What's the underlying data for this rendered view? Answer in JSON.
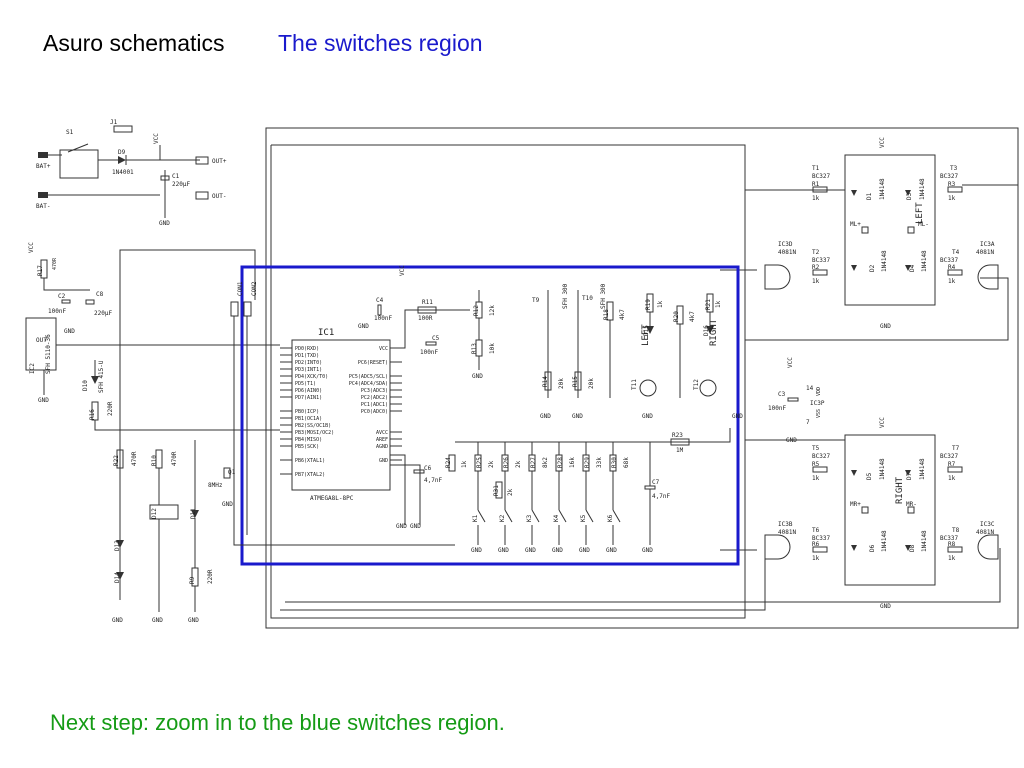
{
  "header": {
    "title": "Asuro schematics",
    "subtitle": "The switches region"
  },
  "footer": {
    "note": "Next step: zoom in to the blue switches region."
  },
  "colors": {
    "title": "#000000",
    "subtitle": "#1a1acc",
    "footer": "#159b15",
    "highlight": "#1a1acc",
    "wire": "#333333"
  },
  "schematic": {
    "power": {
      "s1": "S1",
      "d9": "D9",
      "d9_type": "1N4001",
      "j1": "J1",
      "bat_plus": "BAT+",
      "bat_minus": "BAT-",
      "out_plus": "OUT+",
      "out_minus": "OUT-",
      "c1": "C1",
      "c1_val": "220µF",
      "vcc": "VCC",
      "gnd": "GND"
    },
    "ir": {
      "r17": "R17",
      "r17_val": "470R",
      "c2": "C2",
      "c2_val": "100nF",
      "c8": "C8",
      "c8_val": "220µF",
      "ic2": "IC2",
      "ic2_type": "SFH 5110-36",
      "out": "OUT",
      "d10": "D10",
      "d10_type": "SFH 415-U",
      "r16": "R16",
      "r16_val": "220R"
    },
    "mcu": {
      "ic1": "IC1",
      "ic1_type": "ATMEGA8L-8PC",
      "left_pins": [
        "PD0(RXD)",
        "PD1(TXD)",
        "PD2(INT0)",
        "PD3(INT1)",
        "PD4(XCK/T0)",
        "PD5(T1)",
        "PD6(AIN0)",
        "PD7(AIN1)",
        "",
        "PB0(ICP)",
        "PB1(OC1A)",
        "PB2(SS/OC1B)",
        "PB3(MOSI/OC2)",
        "PB4(MISO)",
        "PB5(SCK)",
        "",
        "PB6(XTAL1)",
        "",
        "PB7(XTAL2)"
      ],
      "right_pins": [
        "VCC",
        "",
        "PC6(RESET)",
        "",
        "PC5(ADC5/SCL)",
        "PC4(ADC4/SDA)",
        "PC3(ADC3)",
        "PC2(ADC2)",
        "PC1(ADC1)",
        "PC0(ADC0)",
        "",
        "",
        "AVCC",
        "AREF",
        "AGND",
        "",
        "GND"
      ],
      "con1": "CON1",
      "con2": "CON2",
      "c4": "C4",
      "c4_val": "100nF",
      "r11": "R11",
      "r11_val": "100R",
      "c5": "C5",
      "c5_val": "100nF",
      "r12": "R12",
      "r12_val": "12k",
      "r13": "R13",
      "r13_val": "10k",
      "c6": "C6",
      "c6_val": "4,7nF",
      "q1": "Q1",
      "q1_val": "8MHz"
    },
    "odometry": {
      "t9": "T9",
      "t10": "T10",
      "t9_type": "SFH 300",
      "t10_type": "SFH 300",
      "r14": "R14",
      "r14_val": "20k",
      "r15": "R15",
      "r15_val": "20k",
      "r18": "R18",
      "r18_val": "4k7",
      "r19": "R19",
      "r19_val": "1k",
      "d15": "D15",
      "r20": "R20",
      "r20_val": "4k7",
      "r21": "R21",
      "r21_val": "1k",
      "d16": "D16",
      "t11": "T11",
      "t12": "T12",
      "left": "LEFT",
      "right": "RIGHT"
    },
    "switches": {
      "r23": "R23",
      "r23_val": "1M",
      "r24": "R24",
      "r24_val": "1k",
      "ladder": [
        {
          "r": "R25",
          "v": "2k"
        },
        {
          "r": "R26",
          "v": "2k"
        },
        {
          "r": "R27",
          "v": "8k2"
        },
        {
          "r": "R28",
          "v": "16k"
        },
        {
          "r": "R29",
          "v": "33k"
        },
        {
          "r": "R30",
          "v": "68k"
        }
      ],
      "keys": [
        "K1",
        "K2",
        "K3",
        "K4",
        "K5",
        "K6"
      ],
      "r31": "R31",
      "r31_val": "2k",
      "c7": "C7",
      "c7_val": "4,7nF"
    },
    "leds": {
      "r22": "R22",
      "r22_val": "470R",
      "r10": "R10",
      "r10_val": "470R",
      "d12": "D12",
      "d11": "D11",
      "d13": "D13",
      "d14": "D14",
      "r9": "R9",
      "r9_val": "220R"
    },
    "motors": {
      "left_label": "LEFT",
      "right_label": "RIGHT",
      "t1": "T1",
      "t2": "T2",
      "t3": "T3",
      "t4": "T4",
      "t5": "T5",
      "t6": "T6",
      "t7": "T7",
      "t8": "T8",
      "bc327": "BC327",
      "bc337": "BC337",
      "r1k": "1k",
      "r1": "R1",
      "r2": "R2",
      "r3": "R3",
      "r4": "R4",
      "r5": "R5",
      "r6": "R6",
      "r7": "R7",
      "r8": "R8",
      "ic3a": "IC3A",
      "ic3b": "IC3B",
      "ic3c": "IC3C",
      "ic3d": "IC3D",
      "ic3p": "IC3P",
      "ic3_type": "4081N",
      "d1": "D1",
      "d2": "D2",
      "d3": "D3",
      "d4": "D4",
      "d5": "D5",
      "d6": "D6",
      "d7": "D7",
      "d8": "D8",
      "diode": "1N4148",
      "ml_plus": "ML+",
      "ml_minus": "ML-",
      "mr_plus": "MR+",
      "mr_minus": "MR-",
      "c3": "C3",
      "c3_val": "100nF",
      "p14": "14",
      "p7": "7",
      "vdd": "VDD",
      "vss": "VSS"
    }
  }
}
